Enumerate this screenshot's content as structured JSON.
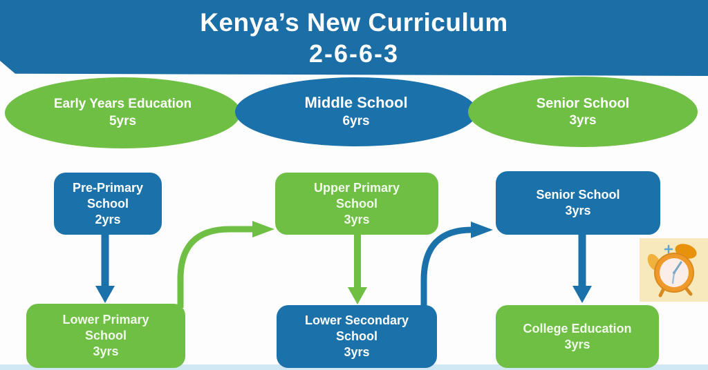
{
  "title": {
    "line1": "Kenya’s New Curriculum",
    "line2": "2-6-6-3"
  },
  "stages": [
    {
      "name": "Early Years Education",
      "duration": "5yrs",
      "color": "green"
    },
    {
      "name": "Middle School",
      "duration": "6yrs",
      "color": "blue"
    },
    {
      "name": "Senior School",
      "duration": "3yrs",
      "color": "green"
    }
  ],
  "boxes": [
    {
      "name": "Pre-Primary School",
      "duration": "2yrs",
      "color": "blue"
    },
    {
      "name": "Upper Primary School",
      "duration": "3yrs",
      "color": "green"
    },
    {
      "name": "Senior School",
      "duration": "3yrs",
      "color": "blue"
    },
    {
      "name": "Lower Primary School",
      "duration": "3yrs",
      "color": "green"
    },
    {
      "name": "Lower Secondary School",
      "duration": "3yrs",
      "color": "blue"
    },
    {
      "name": "College Education",
      "duration": "3yrs",
      "color": "green"
    }
  ],
  "icons": {
    "clock": "alarm-clock-icon"
  },
  "colors": {
    "blue": "#1b72aa",
    "banner_blue": "#1b6fa6",
    "green": "#6fbf44",
    "footer_strip": "#cfe8f4",
    "clock_bg": "#f8e9bd",
    "text_on_blue": "#ffffff",
    "text_on_green": "#f2faec"
  }
}
